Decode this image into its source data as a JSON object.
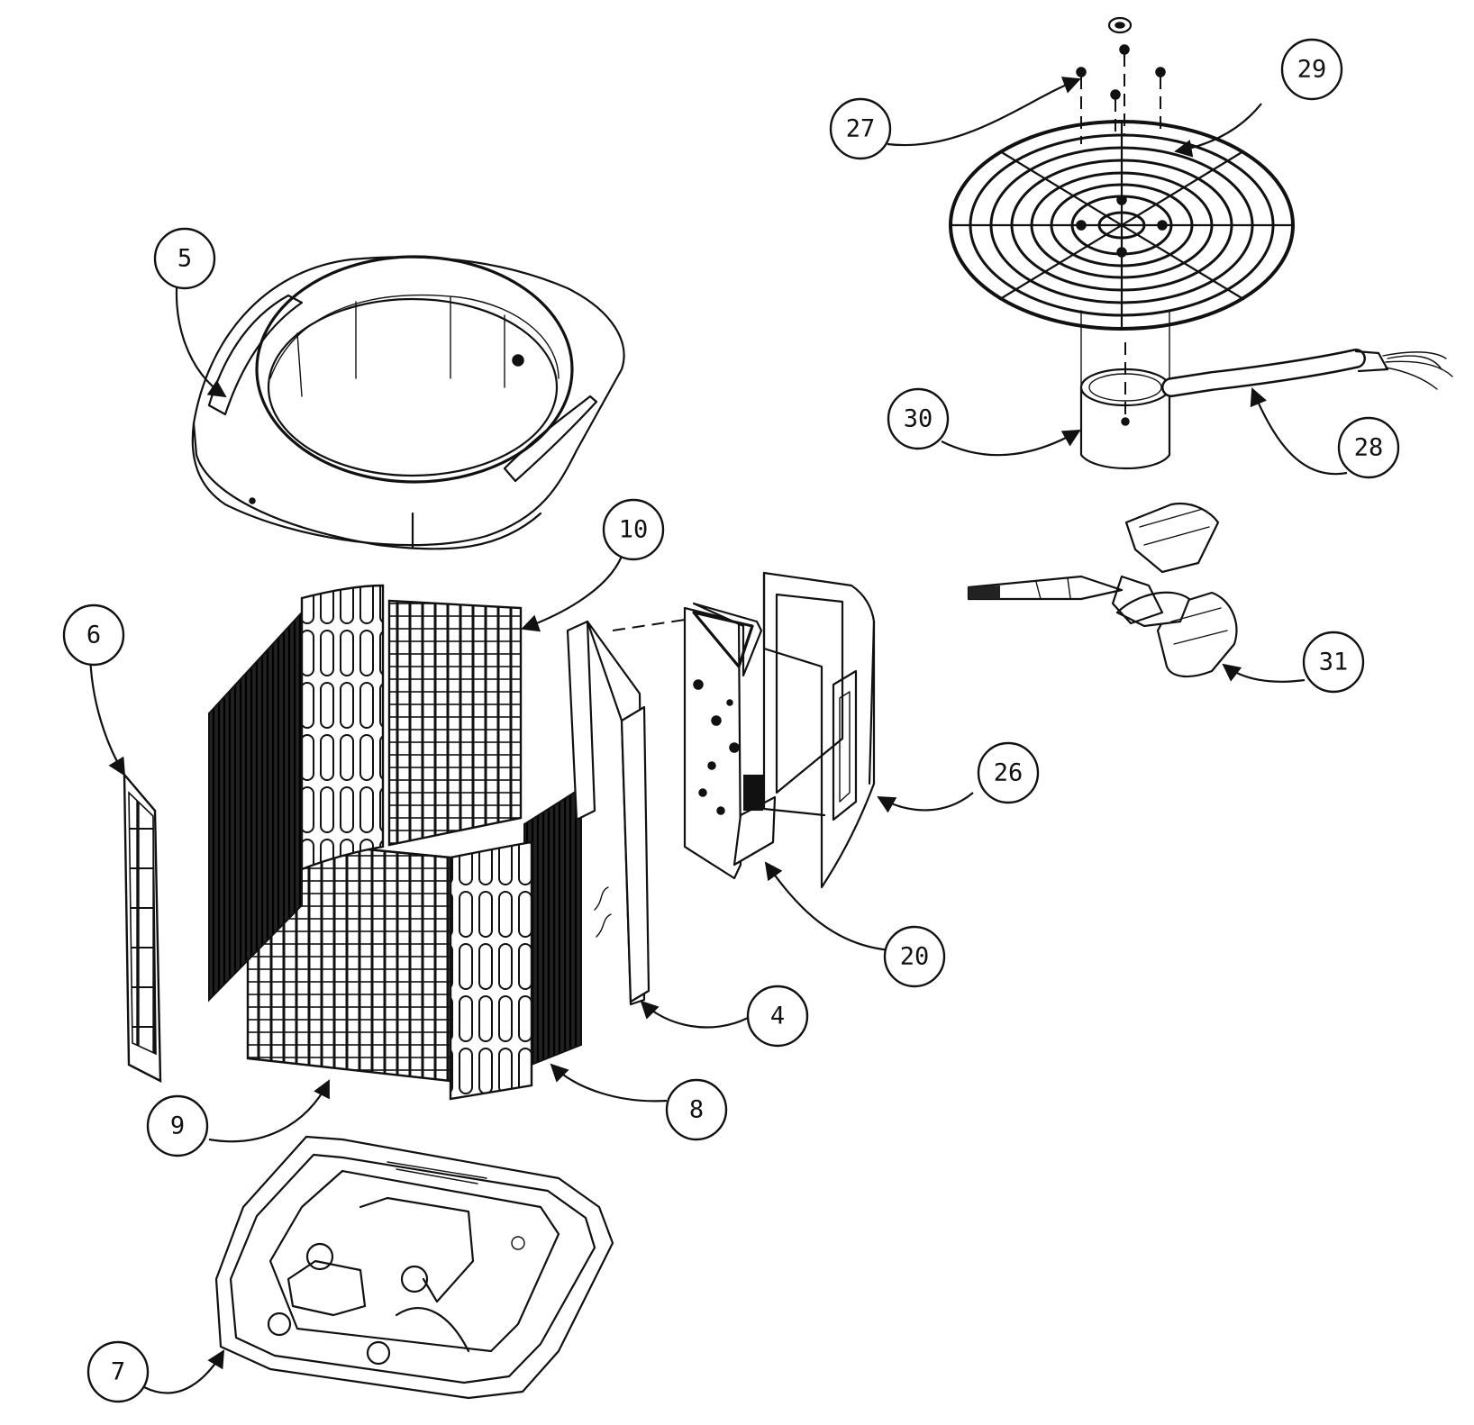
{
  "colors": {
    "line": "#111111",
    "background": "#ffffff"
  },
  "callouts": [
    {
      "id": "c4",
      "label": "4"
    },
    {
      "id": "c5",
      "label": "5"
    },
    {
      "id": "c6",
      "label": "6"
    },
    {
      "id": "c7",
      "label": "7"
    },
    {
      "id": "c8",
      "label": "8"
    },
    {
      "id": "c9",
      "label": "9"
    },
    {
      "id": "c10",
      "label": "10"
    },
    {
      "id": "c20",
      "label": "20"
    },
    {
      "id": "c26",
      "label": "26"
    },
    {
      "id": "c27",
      "label": "27"
    },
    {
      "id": "c28",
      "label": "28"
    },
    {
      "id": "c29",
      "label": "29"
    },
    {
      "id": "c30",
      "label": "30"
    },
    {
      "id": "c31",
      "label": "31"
    }
  ]
}
